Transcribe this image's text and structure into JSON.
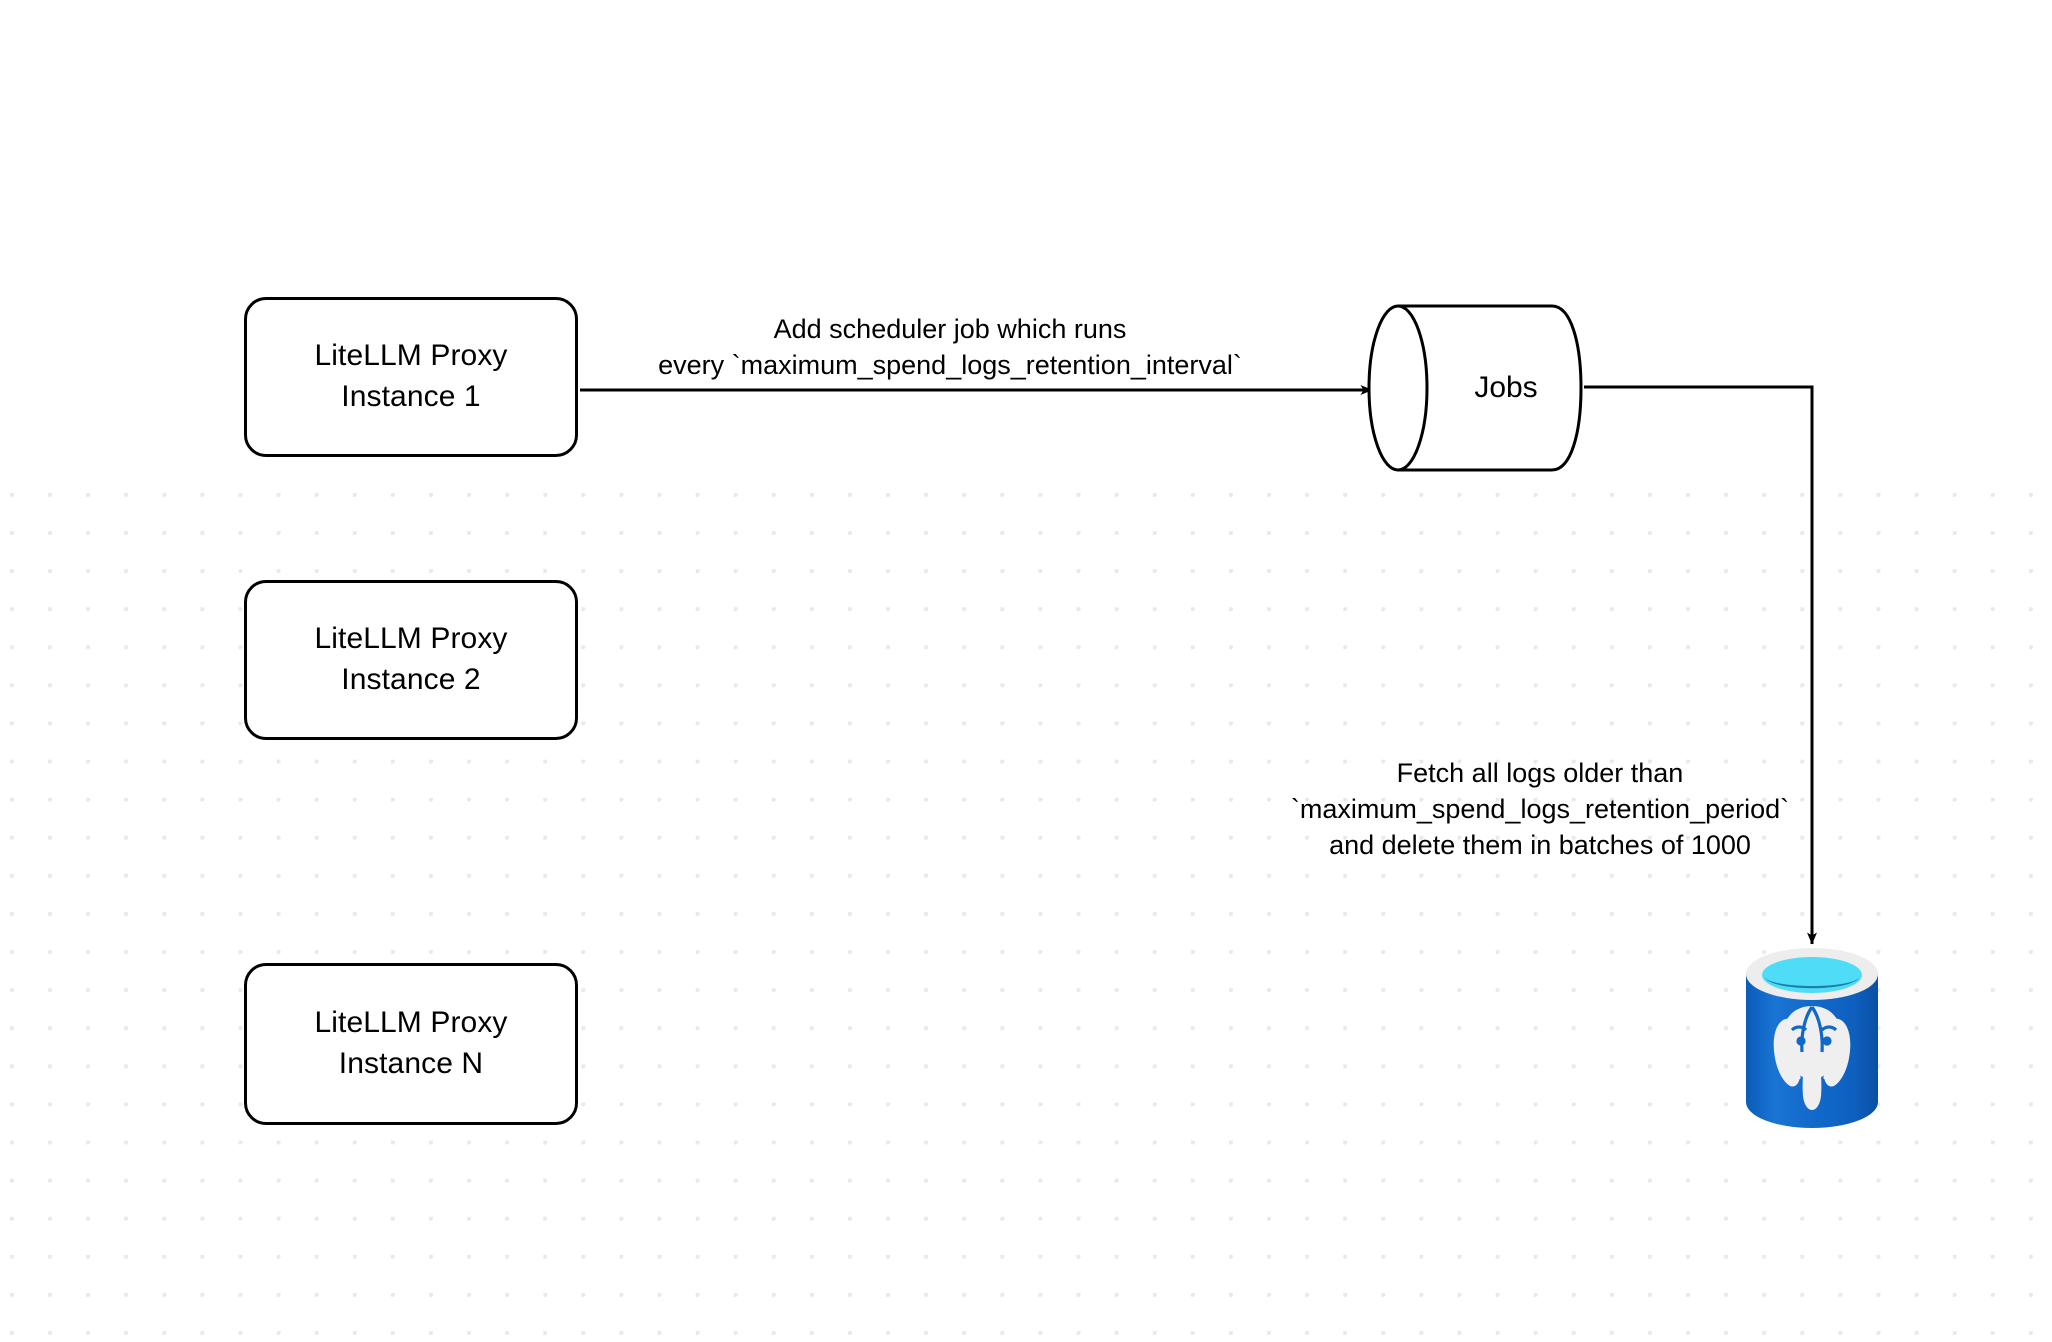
{
  "diagram": {
    "title": "LiteLLM spend logs retention scheduler flow",
    "background": "#ffffff",
    "grid_dot_color": "#e9e9e9",
    "line_color": "#000000"
  },
  "nodes": {
    "proxy_instances": [
      {
        "id": "instance-1",
        "line1": "LiteLLM Proxy",
        "line2": "Instance 1"
      },
      {
        "id": "instance-2",
        "line1": "LiteLLM Proxy",
        "line2": "Instance 2"
      },
      {
        "id": "instance-n",
        "line1": "LiteLLM Proxy",
        "line2": "Instance N"
      }
    ],
    "jobs": {
      "label": "Jobs",
      "shape": "cylinder"
    },
    "database": {
      "icon": "postgresql-database-icon",
      "body_color": "#1068c9",
      "body_color_dark": "#0b54a6",
      "rim_color": "#ededed",
      "top_color": "#4fdcf7",
      "top_shadow_color": "#1b7fa8",
      "elephant_color": "#efefef"
    }
  },
  "edges": [
    {
      "id": "scheduler-edge",
      "from": "instance-1",
      "to": "jobs",
      "label_line1": "Add scheduler",
      "label_line1_rest": " job which runs",
      "label_line2": "every `maximum_spend_logs_retention_interval`"
    },
    {
      "id": "fetch-edge",
      "from": "jobs",
      "to": "database",
      "label_line1": "Fetch all logs older than",
      "label_line2": "`maximum_spend_logs_retention_period`",
      "label_line3": "and delete them in batches of 1000"
    }
  ]
}
